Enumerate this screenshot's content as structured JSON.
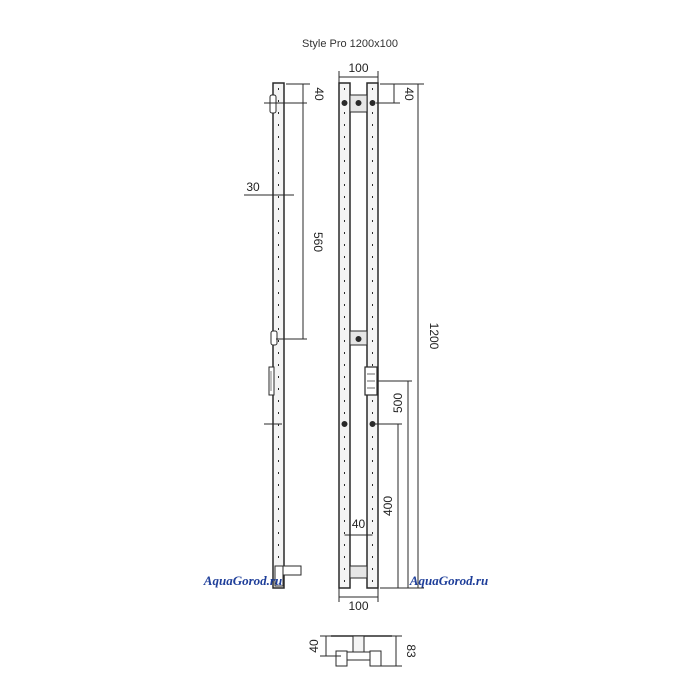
{
  "title": "Style Pro 1200x100",
  "watermark": "AquaGorod.ru",
  "dimensions": {
    "top_width": "100",
    "bottom_width": "100",
    "height_total": "1200",
    "top_offset_side": "40",
    "top_offset_front": "40",
    "mount_spacing": "560",
    "wall_gap": "30",
    "lower_bracket_height": "500",
    "lower_mount_height": "400",
    "inner_offset": "40",
    "bracket_depth": "40",
    "bracket_height": "83"
  },
  "colors": {
    "line": "#2a2a2a",
    "profile_fill": "#f4f4f4",
    "dim_line": "#222222",
    "watermark": "#1f3f9a"
  }
}
